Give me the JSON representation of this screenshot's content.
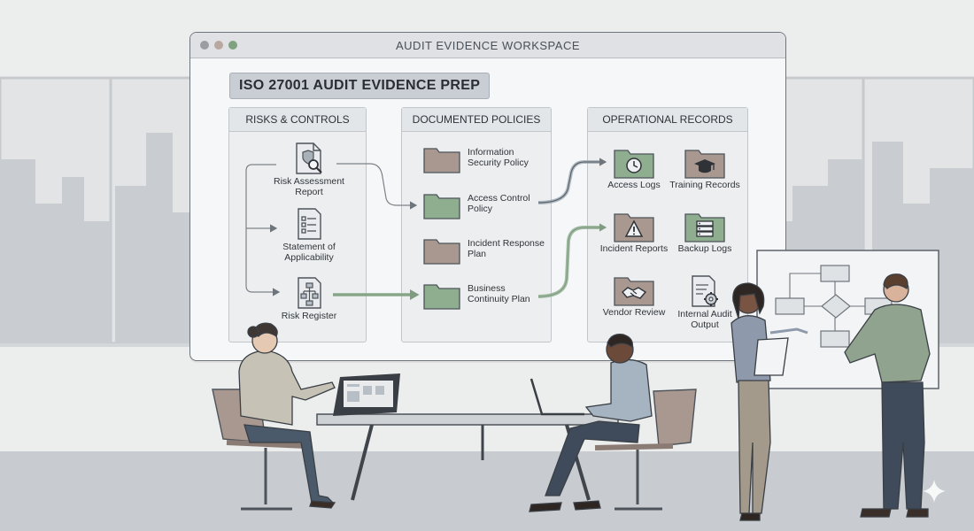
{
  "window": {
    "title": "AUDIT EVIDENCE WORKSPACE"
  },
  "banner": "ISO 27001 AUDIT EVIDENCE PREP",
  "columns": {
    "risks": {
      "heading": "RISKS & CONTROLS",
      "items": [
        {
          "label": "Risk Assessment Report",
          "icon": "magnifier-document-icon"
        },
        {
          "label": "Statement of Applicability",
          "icon": "checklist-document-icon"
        },
        {
          "label": "Risk Register",
          "icon": "flowchart-document-icon"
        }
      ]
    },
    "policies": {
      "heading": "DOCUMENTED POLICIES",
      "items": [
        {
          "label": "Information Security Policy",
          "color": "#a89890"
        },
        {
          "label": "Access Control Policy",
          "color": "#8fae90"
        },
        {
          "label": "Incident Response Plan",
          "color": "#a89890"
        },
        {
          "label": "Business Continuity Plan",
          "color": "#8fae90"
        }
      ]
    },
    "records": {
      "heading": "OPERATIONAL RECORDS",
      "items": [
        {
          "label": "Access Logs",
          "icon": "clock-folder-icon",
          "color": "#8fae90"
        },
        {
          "label": "Training Records",
          "icon": "graduation-cap-folder-icon",
          "color": "#a89890"
        },
        {
          "label": "Incident Reports",
          "icon": "warning-folder-icon",
          "color": "#a89890"
        },
        {
          "label": "Backup Logs",
          "icon": "server-folder-icon",
          "color": "#8fae90"
        },
        {
          "label": "Vendor Review",
          "icon": "handshake-folder-icon",
          "color": "#a89890"
        },
        {
          "label": "Internal Audit Output",
          "icon": "gear-document-icon",
          "color": "#c9ced4"
        }
      ]
    }
  },
  "colors": {
    "accent_green": "#8fae90",
    "accent_taupe": "#a89890",
    "frame": "#6f757c"
  }
}
